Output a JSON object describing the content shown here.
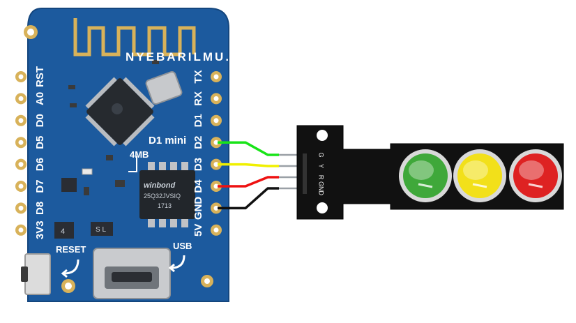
{
  "watermark": "NYEBARILMU.COM",
  "board": {
    "name": "D1 mini",
    "flash_size": "4MB",
    "flash_chip": {
      "brand": "winbond",
      "line1": "25Q32JVSIQ",
      "line2": "1713"
    },
    "left_pins": [
      "RST",
      "A0",
      "D0",
      "D5",
      "D6",
      "D7",
      "D8",
      "3V3"
    ],
    "right_pins": [
      "TX",
      "RX",
      "D1",
      "D2",
      "D3",
      "D4",
      "GND",
      "5V"
    ],
    "reset_label": "RESET",
    "usb_label": "USB",
    "small_chip_label": "4",
    "small_part_label": "S L",
    "colors": {
      "pcb": "#1c5a9e",
      "pad": "#d8b25a"
    }
  },
  "traffic_light": {
    "pins": [
      "G",
      "Y",
      "R",
      "GND"
    ],
    "leds": [
      {
        "color_name": "green",
        "color": "#3fa83a"
      },
      {
        "color_name": "yellow",
        "color": "#f2e01a"
      },
      {
        "color_name": "red",
        "color": "#de2222"
      }
    ]
  },
  "wires": [
    {
      "from": "D2",
      "to": "G",
      "color": "#18e418"
    },
    {
      "from": "D3",
      "to": "Y",
      "color": "#f0f000"
    },
    {
      "from": "D4",
      "to": "R",
      "color": "#ee1111"
    },
    {
      "from": "GND",
      "to": "GND",
      "color": "#111111"
    }
  ]
}
